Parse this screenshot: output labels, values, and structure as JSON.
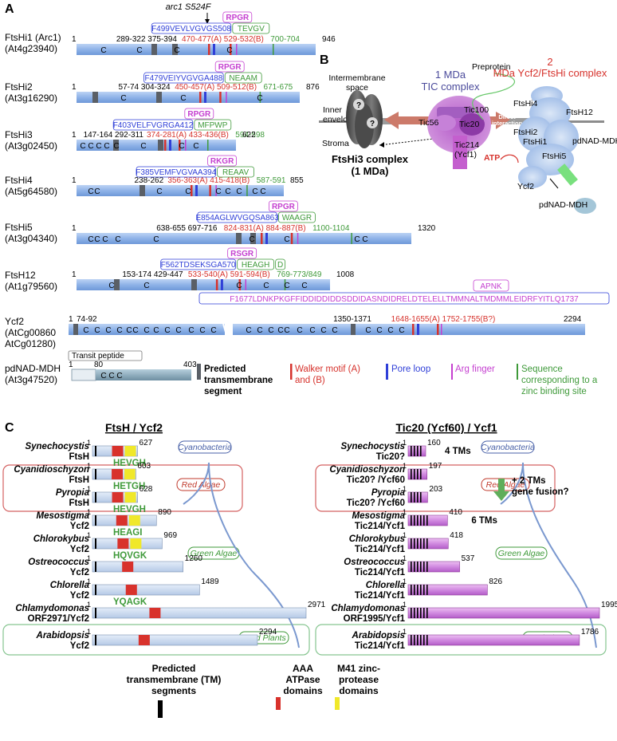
{
  "panel_labels": {
    "a": "A",
    "b": "B",
    "c": "C"
  },
  "colors": {
    "bar_blue": "#8fb3e8",
    "bar_blue_dark": "#5a86cf",
    "tm_gray": "#5a5f66",
    "walker_red": "#d6322c",
    "pore_blue": "#2f3fd8",
    "arg_magenta": "#c53fd0",
    "zinc_green": "#3f9a3a",
    "aaa_red": "#d8322c",
    "m41_yellow": "#f0e82a",
    "tic_magenta": "#c86fd8",
    "tic_border": "#8e3a9a",
    "red_algae_border": "#d46060",
    "green_algae_border": "#86c590",
    "cyano_border": "#6f8ec8"
  },
  "panel_a": {
    "arc1_mutation": "arc1 S524F",
    "proteins": [
      {
        "name": "FtsHi1 (Arc1)",
        "locus": "(At4g23940)",
        "start": "1",
        "end": "946",
        "tm_ranges": "289-322 375-394",
        "walker": "470-477(A) 529-532(B)",
        "zinc_range": "700-704",
        "pore_seq": "F499VEVLVGVGS508",
        "arg_box": "RPGR",
        "zinc_box": "TEVGV",
        "cys": [
          "C",
          "C",
          "C",
          "C"
        ]
      },
      {
        "name": "FtsHi2",
        "locus": "(At3g16290)",
        "start": "1",
        "end": "876",
        "tm_ranges": "57-74 304-324",
        "walker": "450-457(A) 509-512(B)",
        "zinc_range": "671-675",
        "pore_seq": "F479VEIYVGVGA488",
        "arg_box": "RPGR",
        "zinc_box": "NEAAM",
        "cys": [
          "C",
          "C",
          "C"
        ]
      },
      {
        "name": "FtsHi3",
        "locus": "(At3g02450)",
        "start": "1",
        "end": "622",
        "tm_ranges": "147-164 292-311",
        "walker": "374-281(A) 433-436(B)",
        "zinc_range": "594-598",
        "pore_seq": "F403VELFVGRGA412",
        "arg_box": "RPGR",
        "zinc_box": "MFPWP",
        "cys": [
          "C",
          "C",
          "C",
          "C",
          "C",
          "C",
          "C",
          "C"
        ]
      },
      {
        "name": "FtsHi4",
        "locus": "(At5g64580)",
        "start": "1",
        "end": "855",
        "tm_ranges": "238-262",
        "walker": "356-363(A) 415-418(B)",
        "zinc_range": "587-591",
        "pore_seq": "F385VEMFVGVAA394",
        "arg_box": "RKGR",
        "zinc_box": "REAAV",
        "cys": [
          "C",
          "C",
          "C",
          "C",
          "C",
          "C",
          "C",
          "C",
          "C"
        ]
      },
      {
        "name": "FtsHi5",
        "locus": "(At3g04340)",
        "start": "1",
        "end": "1320",
        "tm_ranges": "638-655 697-716",
        "walker": "824-831(A) 884-887(B)",
        "zinc_range": "1100-1104",
        "pore_seq": "E854AGLWVGQSA863",
        "arg_box": "RPGR",
        "zinc_box": "WAAGR",
        "cys": [
          "C",
          "C",
          "C",
          "C",
          "C",
          "C",
          "C",
          "C",
          "C"
        ]
      },
      {
        "name": "FtsH12",
        "locus": "(At1g79560)",
        "start": "1",
        "end": "1008",
        "tm_ranges": "153-174 429-447",
        "walker": "533-540(A) 591-594(B)",
        "zinc_range": "769-773/849",
        "pore_seq": "F562TDSEKSGA570",
        "arg_box": "RSGR",
        "zinc_box": "HEAGH",
        "zinc_box_extra": "D",
        "cys": [
          "C",
          "C",
          "C",
          "C",
          "C",
          "C"
        ]
      },
      {
        "name": "Ycf2",
        "locus": "(AtCg00860",
        "locus2": "AtCg01280)",
        "start": "1",
        "end": "2294",
        "tm_ranges": "74-92",
        "tm_ranges_right": "1350-1371",
        "walker": "1648-1655(A) 1752-1755(B?)",
        "pore_seq": "F1677LDNKPKGFFIDDIDDIDDSDDIDASNDIDRELDTELELLTMMNALTMDMMLEIDRFYITLQ1737",
        "arg_box": "APNK",
        "cys": [
          "C",
          "C",
          "C",
          "C",
          "C",
          "C",
          "C",
          "C",
          "C",
          "C",
          "C",
          "C",
          "C",
          "C",
          "C",
          "C",
          "C",
          "C",
          "C",
          "C",
          "C",
          "C",
          "C",
          "C",
          "C",
          "C"
        ]
      },
      {
        "name": "pdNAD-MDH",
        "locus": "(At3g47520)",
        "start": "1",
        "mid": "80",
        "end": "403",
        "transit_label": "Transit peptide",
        "cys": [
          "C",
          "C",
          "C"
        ]
      }
    ],
    "legend": {
      "tm": "Predicted transmembrane segment",
      "walker": "Walker motif (A) and (B)",
      "pore": "Pore loop",
      "arg": "Arg finger",
      "zinc": "Sequence corresponding to a zinc binding site"
    }
  },
  "panel_b": {
    "intermembrane": "Intermembrane space",
    "inner_envelope": "Inner envelope",
    "stroma": "Stroma",
    "ftshi3_complex": "FtsHi3 complex (1 MDa)",
    "tic_title": "1 MDa TIC complex",
    "preprotein": "Preprotein",
    "tic100": "Tic100",
    "tic56": "Tic56",
    "tic20": "Tic20",
    "tic214": "Tic214 (Ycf1)",
    "direct_interaction": "Direct interaction",
    "ycf2_title": "2 MDa Ycf2/FtsHi complex",
    "ftshi4": "FtsHi4",
    "ftsh12": "FtsH12",
    "ftshi2": "FtsHi2",
    "ftshi1": "FtsHi1",
    "ftshi5": "FtsHi5",
    "ycf2": "Ycf2",
    "pdnad_top": "pdNAD-MDH",
    "pdnad_bottom": "pdNAD-MDH",
    "atp": "ATP",
    "question": "?"
  },
  "panel_c": {
    "left_title": "FtsH / Ycf2",
    "right_title": "Tic20 (Ycf60) / Ycf1",
    "groups": {
      "cyanobacteria": "Cyanobacteria",
      "red_algae": "Red Algae",
      "green_algae": "Green Algae",
      "land_plants": "Land Plants"
    },
    "left_rows": [
      {
        "species": "Synechocystis",
        "protein": "FtsH",
        "end": "627",
        "motif": "HEVGH"
      },
      {
        "species": "Cyanidioschyzon",
        "protein": "FtsH",
        "end": "603",
        "motif": "HETGH"
      },
      {
        "species": "Pyropia",
        "protein": "FtsH",
        "end": "628",
        "motif": "HEVGH"
      },
      {
        "species": "Mesostigma",
        "protein": "Ycf2",
        "end": "890",
        "motif": "HEAGI"
      },
      {
        "species": "Chlorokybus",
        "protein": "Ycf2",
        "end": "969",
        "motif": "HQVGK"
      },
      {
        "species": "Ostreococcus",
        "protein": "Ycf2",
        "end": "1260",
        "motif": ""
      },
      {
        "species": "Chlorella",
        "protein": "Ycf2",
        "end": "1489",
        "motif": "YQAGK"
      },
      {
        "species": "Chlamydomonas",
        "protein": "ORF2971/Ycf2",
        "end": "2971",
        "motif": ""
      },
      {
        "species": "Arabidopsis",
        "protein": "Ycf2",
        "end": "2294",
        "motif": ""
      }
    ],
    "right_rows": [
      {
        "species": "Synechocystis",
        "protein": "Tic20?",
        "end": "160",
        "note": "4 TMs"
      },
      {
        "species": "Cyanidioschyzon",
        "protein": "Tic20? /Ycf60",
        "end": "197",
        "note": ""
      },
      {
        "species": "Pyropia",
        "protein": "Tic20? /Ycf60",
        "end": "203",
        "note": ""
      },
      {
        "species": "Mesostigma",
        "protein": "Tic214/Ycf1",
        "end": "410",
        "note": "6 TMs"
      },
      {
        "species": "Chlorokybus",
        "protein": "Tic214/Ycf1",
        "end": "418",
        "note": ""
      },
      {
        "species": "Ostreococcus",
        "protein": "Tic214/Ycf1",
        "end": "537",
        "note": ""
      },
      {
        "species": "Chlorella",
        "protein": "Tic214/Ycf1",
        "end": "826",
        "note": ""
      },
      {
        "species": "Chlamydomonas",
        "protein": "ORF1995/Ycf1",
        "end": "1995",
        "note": ""
      },
      {
        "species": "Arabidopsis",
        "protein": "Tic214/Ycf1",
        "end": "1786",
        "note": ""
      }
    ],
    "start": "1",
    "fusion_note_1": "+ 2 TMs",
    "fusion_note_2": "gene fusion?",
    "legend": {
      "tm_1": "Predicted",
      "tm_2": "transmembrane (TM)",
      "tm_3": "segments",
      "aaa_1": "AAA",
      "aaa_2": "ATPase",
      "aaa_3": "domains",
      "m41_1": "M41 zinc-",
      "m41_2": "protease",
      "m41_3": "domains"
    }
  }
}
